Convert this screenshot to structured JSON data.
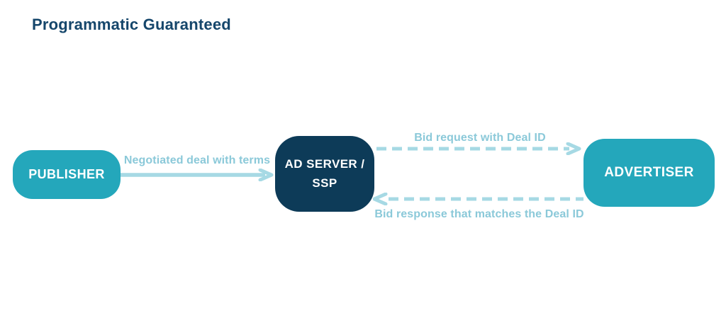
{
  "title": "Programmatic Guaranteed",
  "colors": {
    "background": "#ffffff",
    "title-color": "#15466B",
    "node-teal": "#24A7BB",
    "node-navy": "#0D3B58",
    "node-text": "#FFFFFF",
    "arrow-color": "#A6D9E4",
    "edge-label-color": "#8BC9D9"
  },
  "nodes": {
    "publisher": {
      "label": "PUBLISHER"
    },
    "ad_server": {
      "label": "AD SERVER / SSP"
    },
    "advertiser": {
      "label": "ADVERTISER"
    }
  },
  "edges": {
    "negotiated_deal": {
      "label": "Negotiated deal with terms",
      "from": "publisher",
      "to": "ad_server",
      "style": "solid",
      "direction": "right"
    },
    "bid_request": {
      "label": "Bid request with Deal ID",
      "from": "ad_server",
      "to": "advertiser",
      "style": "dashed",
      "direction": "right"
    },
    "bid_response": {
      "label": "Bid response that matches the Deal ID",
      "from": "advertiser",
      "to": "ad_server",
      "style": "dashed",
      "direction": "left"
    }
  }
}
